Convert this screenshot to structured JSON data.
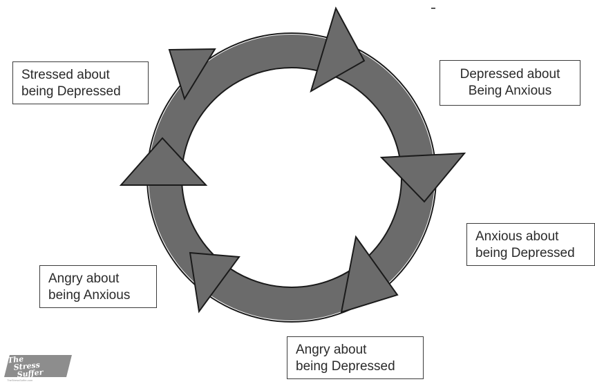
{
  "diagram": {
    "labels": {
      "stressed_depressed": {
        "line1": "Stressed about",
        "line2": "being Depressed"
      },
      "depressed_anxious": {
        "line1": "Depressed about",
        "line2": "Being Anxious"
      },
      "anxious_depressed": {
        "line1": "Anxious about",
        "line2": "being Depressed"
      },
      "angry_depressed": {
        "line1": "Angry about",
        "line2": "being Depressed"
      },
      "angry_anxious": {
        "line1": "Angry about",
        "line2": "being Anxious"
      }
    },
    "arrow_color": "#6b6b6b",
    "outline_color": "#1a1a1a",
    "direction": "clockwise"
  },
  "logo": {
    "text": "The Stress Suffer",
    "tagline": "TheStressSuffer.com",
    "color": "#8d8d8d"
  }
}
